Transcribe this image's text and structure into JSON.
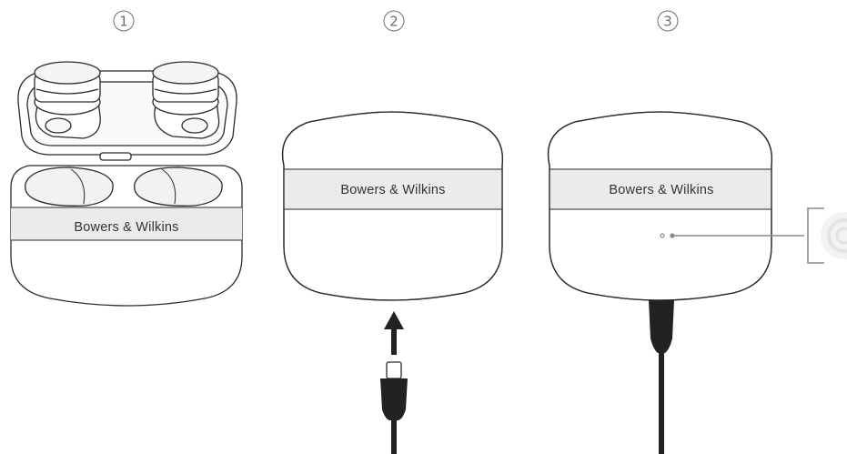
{
  "steps": [
    {
      "number": "1",
      "brand_text": "Bowers & Wilkins"
    },
    {
      "number": "2",
      "brand_text": "Bowers & Wilkins"
    },
    {
      "number": "3",
      "brand_text": "Bowers & Wilkins"
    }
  ],
  "colors": {
    "outline": "#2b2b2b",
    "band": "#ebebeb",
    "cable": "#222222",
    "leader": "#8a8a8a",
    "glow": "#e4e4e4"
  },
  "icons": [
    "usb-c-connector-icon",
    "upload-arrow-icon",
    "led-indicator-icon",
    "led-glow-icon"
  ]
}
